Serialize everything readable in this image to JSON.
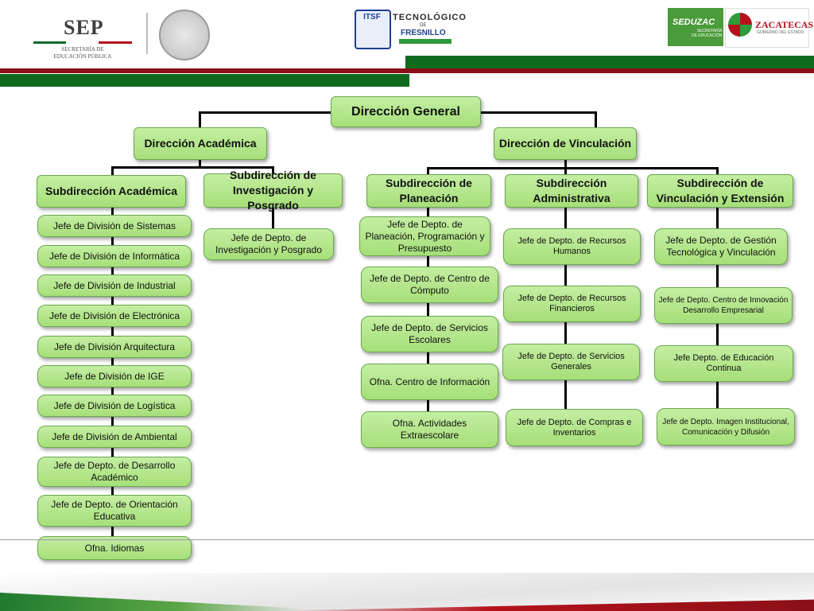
{
  "header": {
    "sep": {
      "title": "SEP",
      "subtitle_1": "SECRETARÍA DE",
      "subtitle_2": "EDUCACIÓN PÚBLICA"
    },
    "itsf": {
      "badge": "ITSF",
      "line1": "TECNOLÓGICO",
      "line2": "DE",
      "line3": "FRESNILLO"
    },
    "seduzac": {
      "title": "SEDUZAC",
      "subtitle_1": "SECRETARÍA",
      "subtitle_2": "DE EDUCACIÓN"
    },
    "zacatecas": {
      "title": "ZACATECAS",
      "subtitle": "GOBIERNO DEL ESTADO"
    }
  },
  "org": {
    "direccion_general": "Dirección General",
    "direccion_academica": "Dirección Académica",
    "direccion_vinculacion": "Dirección  de Vinculación",
    "sub_academica": "Subdirección Académica",
    "sub_investigacion": "Subdirección  de Investigación y Posgrado",
    "sub_planeacion": "Subdirección de Planeación",
    "sub_administrativa": "Subdirección Administrativa",
    "sub_vinculacion": "Subdirección de Vinculación y Extensión",
    "academica_items": [
      "Jefe de División de Sistemas",
      "Jefe de División de  Informática",
      "Jefe de División de Industrial",
      "Jefe  de División de Electrónica",
      "Jefe de División Arquitectura",
      "Jefe de División de IGE",
      "Jefe de División de Logística",
      "Jefe de División de Ambiental",
      "Jefe de Depto. de Desarrollo Académico",
      "Jefe de Depto.  de Orientación Educativa",
      "Ofna. Idiomas"
    ],
    "investigacion_items": [
      "Jefe de Depto. de Investigación y Posgrado"
    ],
    "planeacion_items": [
      "Jefe de Depto. de Planeación, Programación y Presupuesto",
      "Jefe de Depto. de Centro de Cómputo",
      "Jefe de Depto. de Servicios Escolares",
      "Ofna. Centro de Información",
      "Ofna. Actividades Extraescolare"
    ],
    "administrativa_items": [
      "Jefe de Depto. de  Recursos Humanos",
      "Jefe de Depto. de  Recursos Financieros",
      "Jefe de Depto. de Servicios Generales",
      "Jefe de Depto. de Compras e Inventarios"
    ],
    "vinculacion_items": [
      "Jefe de Depto. de Gestión Tecnológica y Vinculación",
      "Jefe de Depto. Centro de Innovación Desarrollo Empresarial",
      "Jefe Depto. de Educación Continua",
      "Jefe de Depto. Imagen Institucional, Comunicación y Difusión"
    ]
  },
  "colors": {
    "node_fill": "#b3e68c",
    "node_border": "#6aa84f",
    "stripe_green": "#0e6b1e",
    "stripe_red": "#8b1017"
  }
}
